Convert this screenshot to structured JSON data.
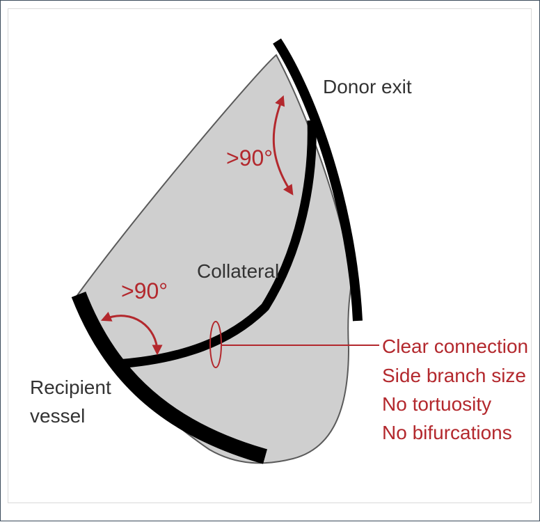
{
  "labels": {
    "donor_exit": "Donor exit",
    "collateral": "Collateral",
    "recipient_line1": "Recipient",
    "recipient_line2": "vessel",
    "angle_top": ">90°",
    "angle_bottom": ">90°"
  },
  "criteria": [
    "Clear connection",
    "Side branch size",
    "No tortuosity",
    "No bifurcations"
  ],
  "colors": {
    "accent_red": "#b3282d",
    "region_fill": "#cfcfcf",
    "vessel": "#000000",
    "label_text": "#333333"
  }
}
